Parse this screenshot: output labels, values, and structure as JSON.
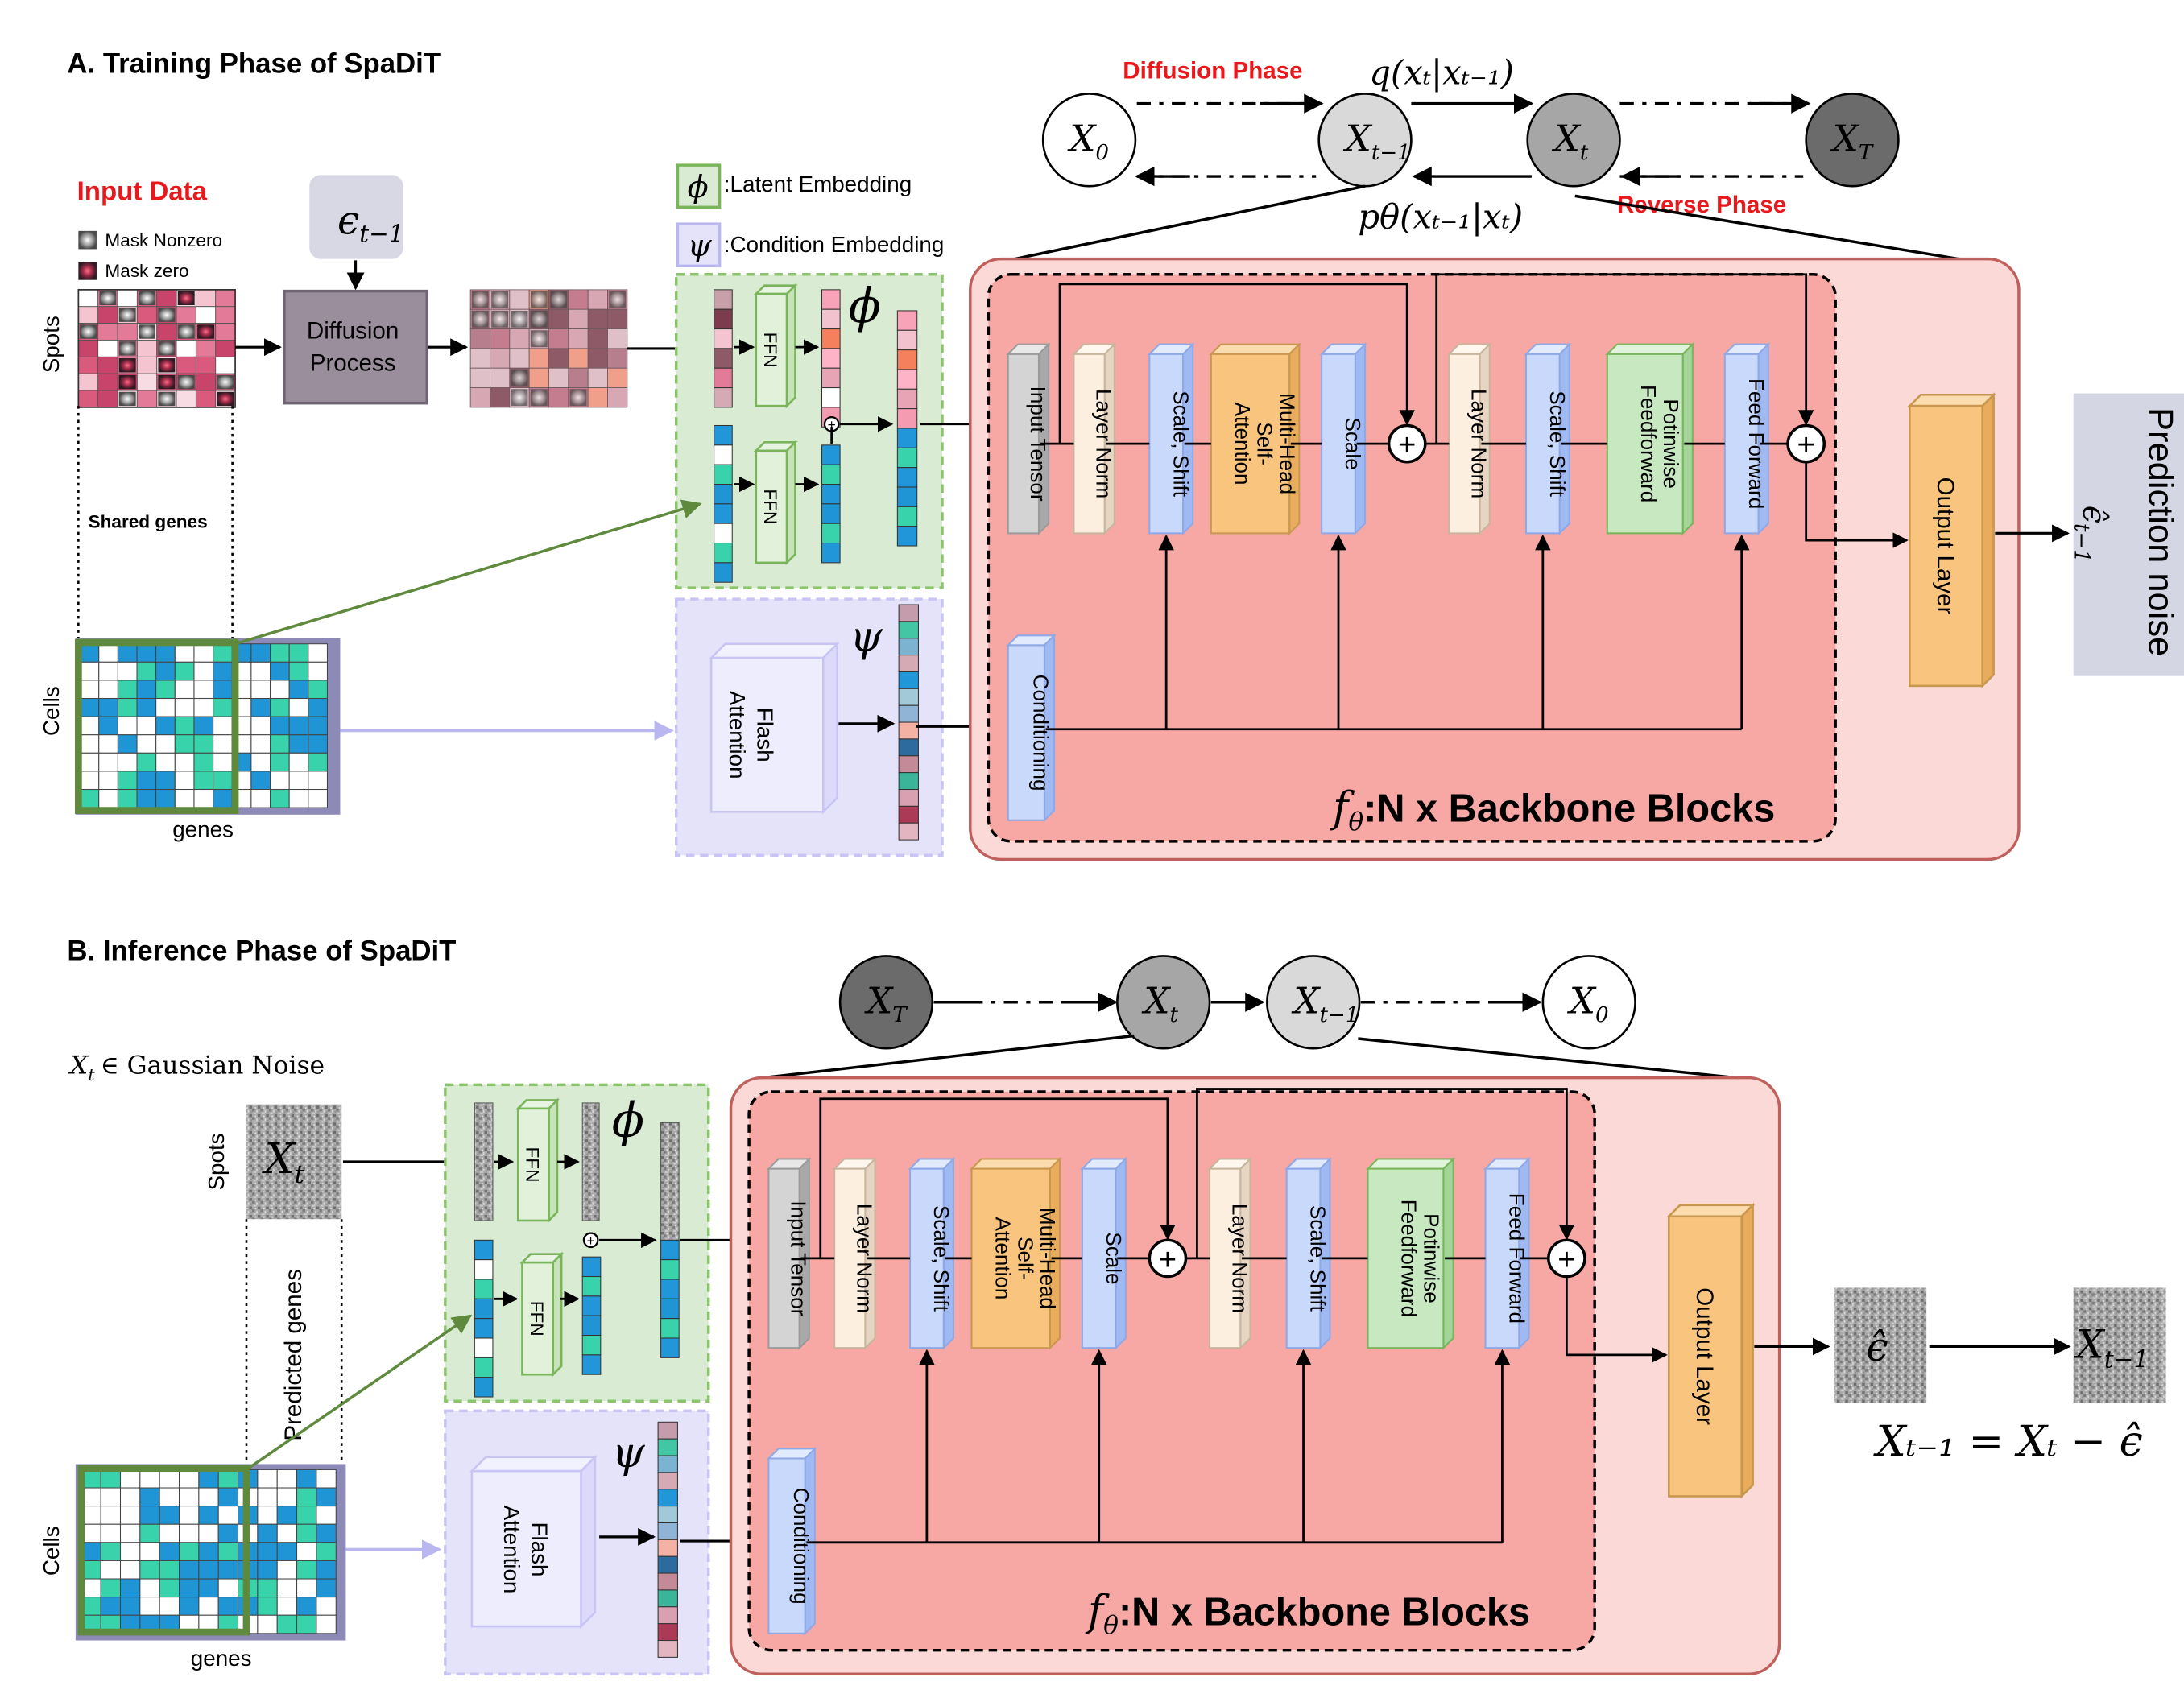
{
  "panelA": {
    "title": "A. Training Phase of SpaDiT",
    "input_data": "Input Data",
    "legend_nonzero": "Mask Nonzero",
    "legend_zero": "Mask zero",
    "spots": "Spots",
    "cells": "Cells",
    "genes": "genes",
    "shared_genes": "Shared genes",
    "eps": "ϵ",
    "eps_sub": "t−1",
    "diffusion_line1": "Diffusion",
    "diffusion_line2": "Process",
    "latent_embedding": ":Latent Embedding",
    "condition_embedding": ":Condition Embedding",
    "phi": "ϕ",
    "psi": "ψ",
    "ffn": "FFN",
    "flash_line1": "Flash",
    "flash_line2": "Attention",
    "diffusion_phase": "Diffusion Phase",
    "reverse_phase": "Reverse Phase",
    "q_label": "q(xₜ|xₜ₋₁)",
    "p_label": "pθ(xₜ₋₁|xₜ)",
    "nodes": [
      "X",
      "X",
      "X",
      "X"
    ],
    "node_subs": [
      "0",
      "t−1",
      "t",
      "T"
    ],
    "dots": "· · ·",
    "backbone_f": "f",
    "backbone_theta": "θ",
    "backbone_text": ":N x Backbone Blocks",
    "output_layer": "Output Layer",
    "prediction_noise": "Prediction noise",
    "eps_hat": "ϵ̂",
    "eps_hat_sub": "t−1"
  },
  "panelB": {
    "title": "B. Inference Phase of SpaDiT",
    "gaussian_x": "X",
    "gaussian_sub": "t",
    "gaussian_text": "∈ Gaussian Noise",
    "spots": "Spots",
    "cells": "Cells",
    "genes": "genes",
    "predicted_genes": "Predicted genes",
    "xt": "X",
    "xt_sub": "t",
    "nodes": [
      "X",
      "X",
      "X",
      "X"
    ],
    "node_subs": [
      "T",
      "t",
      "t−1",
      "0"
    ],
    "eps_hat": "ϵ̂",
    "result_x": "X",
    "result_sub": "t−1",
    "equation": "Xₜ₋₁ = Xₜ − ϵ̂",
    "backbone_f": "f",
    "backbone_theta": "θ",
    "backbone_text": ":N x Backbone Blocks",
    "output_layer": "Output Layer",
    "phi": "ϕ",
    "psi": "ψ",
    "ffn": "FFN",
    "flash_line1": "Flash",
    "flash_line2": "Attention"
  },
  "blocks": {
    "input_tensor": "Input Tensor",
    "layer_norm": "Layer Norm",
    "scale_shift": "Scale, Shift",
    "mhsa_line1": "Multi-Head",
    "mhsa_line2": "Self-",
    "mhsa_line3": "Attention",
    "scale": "Scale",
    "layer_norm2": "Layer Norm",
    "scale_shift2": "Scale, Shift",
    "ffwd_line1": "Potinwise",
    "ffwd_line2": "Feedforward",
    "feed_forward": "Feed Forward",
    "conditioning": "Conditioning"
  },
  "colors": {
    "red_label": "#e8191c",
    "pink_panel": "#fbd9d6",
    "backbone_fill": "#f7a8a4",
    "green_panel": "#d9ecd3",
    "purple_panel": "#e5e3fa",
    "orange_block": "#f9c57e",
    "blue_block": "#c9d9fb",
    "beige_block": "#fcefe0",
    "grey_block": "#d4d4d4"
  }
}
